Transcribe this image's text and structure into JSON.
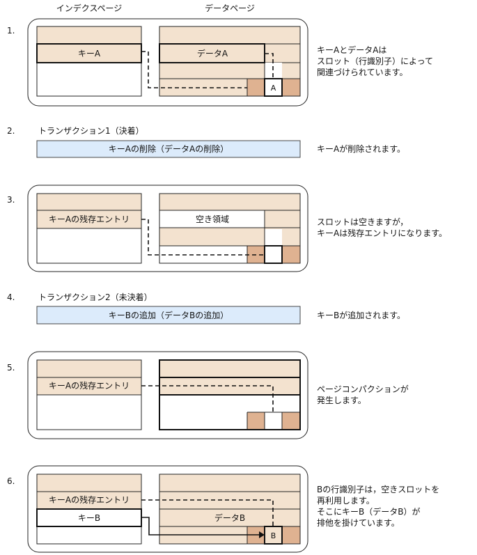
{
  "headers": {
    "index_page": "インデクスページ",
    "data_page": "データページ"
  },
  "steps": [
    {
      "num": "1.",
      "index_label": "キーA",
      "data_label": "データA",
      "slot_label": "A",
      "note": [
        "キーAとデータAは",
        "スロット（行識別子）によって",
        "関連づけられています。"
      ]
    },
    {
      "num": "2.",
      "title": "トランザクション1（決着）",
      "bar": "キーAの削除（データAの削除）",
      "note": [
        "キーAが削除されます。"
      ]
    },
    {
      "num": "3.",
      "index_label": "キーAの残存エントリ",
      "data_label": "空き領域",
      "note": [
        "スロットは空きますが，",
        "キーAは残存エントリになります。"
      ]
    },
    {
      "num": "4.",
      "title": "トランザクション2（未決着）",
      "bar": "キーBの追加（データBの追加）",
      "note": [
        "キーBが追加されます。"
      ]
    },
    {
      "num": "5.",
      "index_label": "キーAの残存エントリ",
      "note": [
        "ページコンパクションが",
        "発生します。"
      ]
    },
    {
      "num": "6.",
      "index_label": "キーAの残存エントリ",
      "index_label2": "キーB",
      "data_label": "データB",
      "slot_label": "B",
      "note": [
        "Bの行識別子は，空きスロットを",
        "再利用します。",
        "そこにキーB（データB）が",
        "排他を掛けています。"
      ]
    }
  ]
}
